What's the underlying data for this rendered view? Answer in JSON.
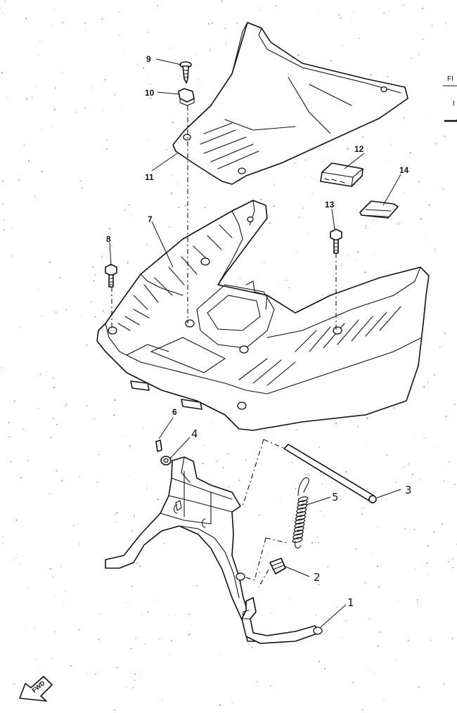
{
  "callouts": {
    "c1": "1",
    "c2": "2",
    "c3": "3",
    "c4": "4",
    "c5": "5",
    "c6": "6",
    "c7": "7",
    "c8": "8",
    "c9": "9",
    "c10": "10",
    "c11": "11",
    "c12": "12",
    "c13": "13",
    "c14": "14"
  },
  "corner_marks": {
    "top": "FI",
    "bottom": "I"
  },
  "fwd_label": "FWD"
}
